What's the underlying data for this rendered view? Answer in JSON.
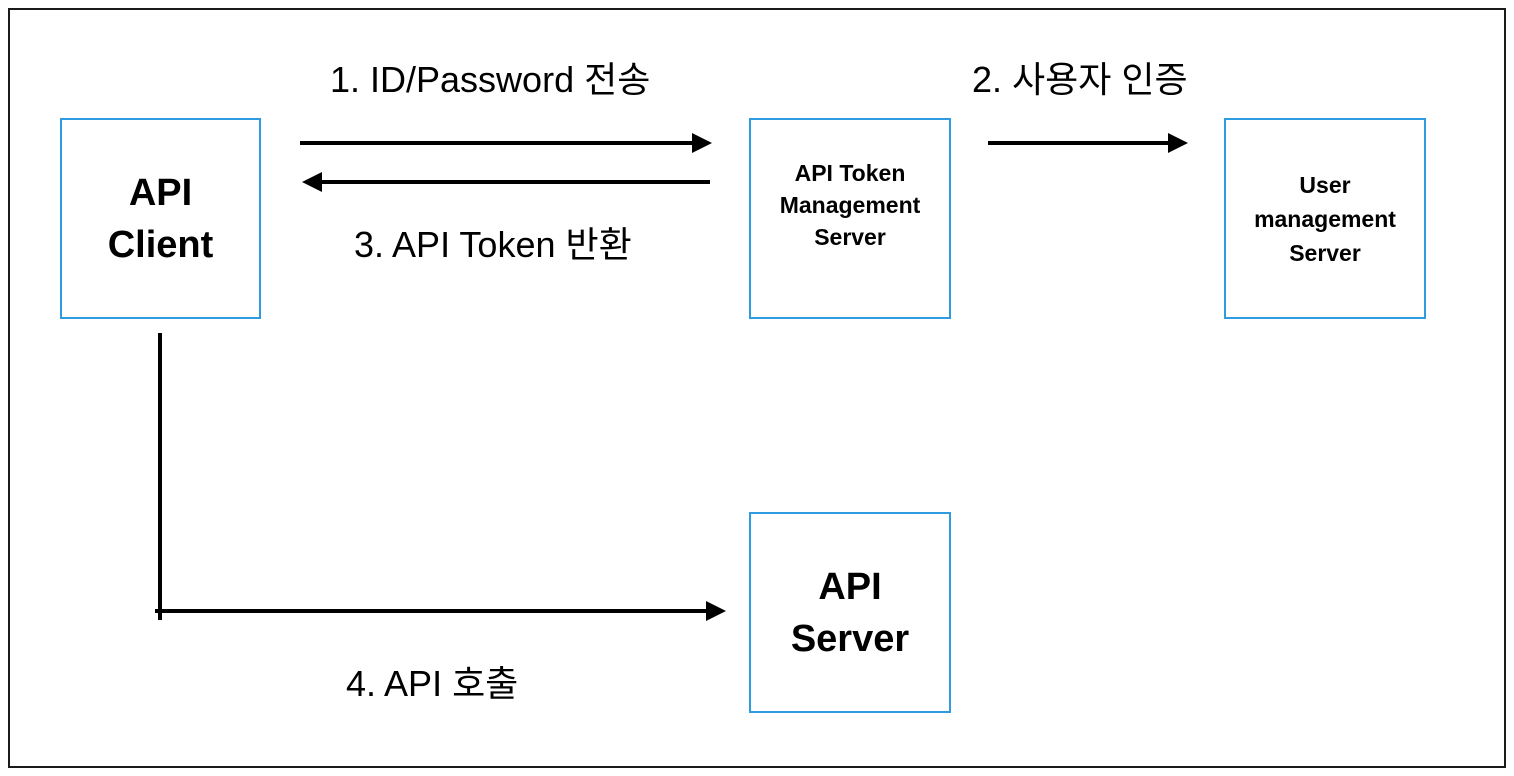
{
  "nodes": {
    "api_client": {
      "label": "API\nClient"
    },
    "token_server": {
      "label": "API Token\nManagement\nServer"
    },
    "user_server": {
      "label": "User\nmanagement\nServer"
    },
    "api_server": {
      "label": "API\nServer"
    }
  },
  "edges": {
    "step1": {
      "label": "1. ID/Password 전송"
    },
    "step2": {
      "label": "2. 사용자 인증"
    },
    "step3": {
      "label": "3. API Token 반환"
    },
    "step4": {
      "label": "4. API 호출"
    }
  },
  "colors": {
    "node_border": "#2f9be0",
    "arrow": "#000000",
    "frame": "#1a1a1a"
  }
}
